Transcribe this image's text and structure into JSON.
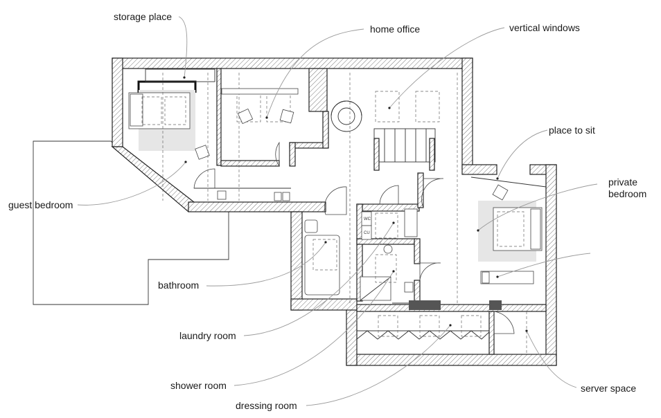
{
  "labels": {
    "storage_place": "storage place",
    "home_office": "home office",
    "vertical_windows": "vertical windows",
    "place_to_sit": "place to sit",
    "private_bedroom_1": "private",
    "private_bedroom_2": "bedroom",
    "guest_bedroom": "guest bedroom",
    "bathroom": "bathroom",
    "laundry_room": "laundry room",
    "shower_room": "shower room",
    "dressing_room": "dressing room",
    "server_space": "server space"
  },
  "fixture_tags": {
    "wc": "WC",
    "cu": "CU"
  },
  "colors": {
    "wall_stroke": "#222222",
    "leader": "#9a9a9a",
    "dark_block": "#555555",
    "rug": "#e6e6e6"
  }
}
